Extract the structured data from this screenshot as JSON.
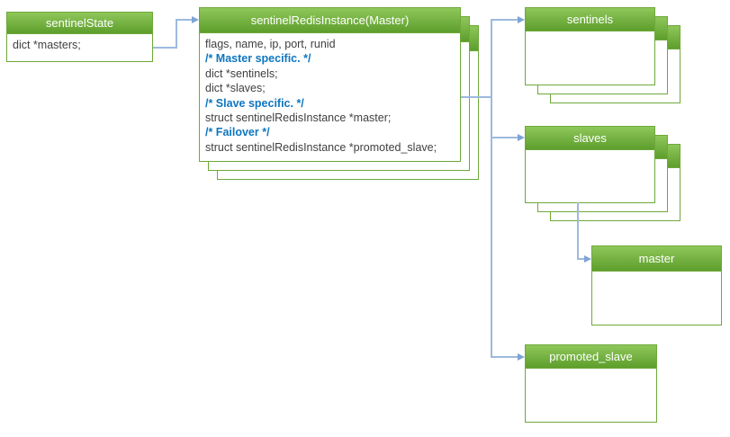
{
  "colors": {
    "node_green_top": "#8fc75a",
    "node_green_bottom": "#5d9e2c",
    "node_border": "#6ea93a",
    "header_text": "#ffffff",
    "body_text": "#3f3f3f",
    "comment_text": "#0e76c0",
    "connector": "#9cbade",
    "arrowhead": "#7da4d6",
    "background": "#ffffff"
  },
  "nodes": {
    "sentinel_state": {
      "title": "sentinelState",
      "fields": [
        {
          "text": "dict *masters;",
          "type": "code"
        }
      ]
    },
    "sentinel_redis_instance": {
      "title": "sentinelRedisInstance(Master)",
      "stacked": true,
      "fields": [
        {
          "text": "flags, name, ip, port, runid",
          "type": "code"
        },
        {
          "text": "/* Master specific. */",
          "type": "comment"
        },
        {
          "text": "dict *sentinels;",
          "type": "code"
        },
        {
          "text": "dict *slaves;",
          "type": "code"
        },
        {
          "text": "/* Slave specific. */",
          "type": "comment"
        },
        {
          "text": "struct sentinelRedisInstance *master;",
          "type": "code"
        },
        {
          "text": "/* Failover */",
          "type": "comment"
        },
        {
          "text": "struct sentinelRedisInstance *promoted_slave;",
          "type": "code"
        }
      ]
    },
    "sentinels": {
      "title": "sentinels",
      "stacked": true,
      "fields": []
    },
    "slaves": {
      "title": "slaves",
      "stacked": true,
      "fields": []
    },
    "master": {
      "title": "master",
      "stacked": false,
      "fields": []
    },
    "promoted_slave": {
      "title": "promoted_slave",
      "stacked": false,
      "fields": []
    }
  },
  "edges": [
    {
      "from": "sentinelState (dict *masters)",
      "to": "sentinelRedisInstance(Master)"
    },
    {
      "from": "sentinelRedisInstance(Master)",
      "to": "sentinels"
    },
    {
      "from": "sentinelRedisInstance(Master)",
      "to": "slaves"
    },
    {
      "from": "sentinelRedisInstance(Master)",
      "to": "promoted_slave"
    },
    {
      "from": "slaves",
      "to": "master"
    }
  ]
}
